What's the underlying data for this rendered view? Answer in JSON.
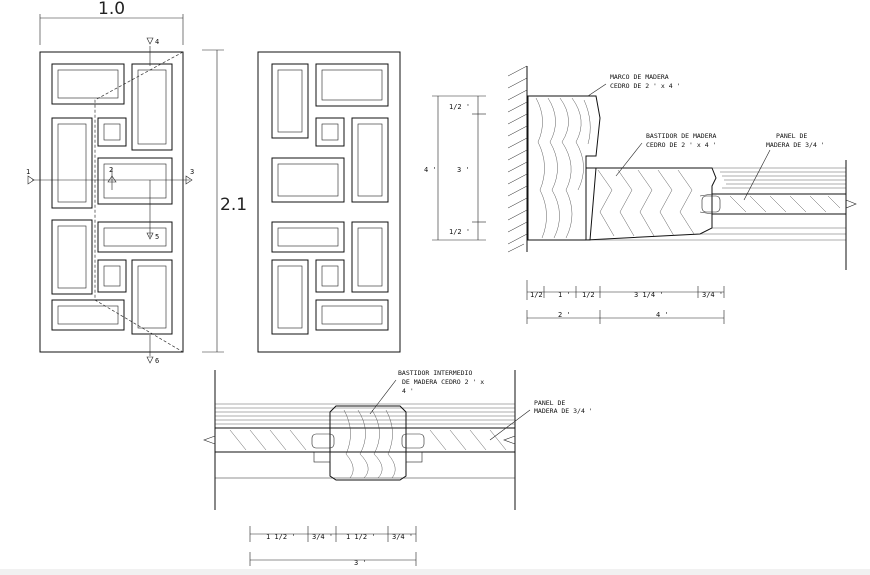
{
  "door_elevation": {
    "width_label": "1.0",
    "height_label": "2.1",
    "section_marks": {
      "top": "4",
      "left": "1",
      "center": "2",
      "right": "3",
      "middle": "5",
      "bottom": "6"
    }
  },
  "frame_section": {
    "marco_label_line1": "MARCO DE MADERA",
    "marco_label_line2": "CEDRO DE 2 ' x 4 '",
    "bastidor_label_line1": "BASTIDOR DE MADERA",
    "bastidor_label_line2": "CEDRO DE 2 ' x 4 '",
    "panel_label_line1": "PANEL DE",
    "panel_label_line2": "MADERA DE 3/4 '",
    "vertical_dims": {
      "total": "4 '",
      "top": "1/2 '",
      "middle": "3 '",
      "bottom": "1/2 '"
    },
    "horizontal_dims_row1": [
      "1/2",
      "1 '",
      "1/2",
      "3 1/4 '",
      "3/4 '"
    ],
    "horizontal_dims_row2": [
      "2 '",
      "4 '"
    ]
  },
  "mullion_section": {
    "bastidor_label_line1": "BASTIDOR INTERMEDIO",
    "bastidor_label_line2": "DE MADERA CEDRO   2 ' x",
    "bastidor_label_line3": "4 '",
    "panel_label_line1": "PANEL DE",
    "panel_label_line2": "MADERA DE 3/4 '",
    "horizontal_dims_row1": [
      "1 1/2 '",
      "3/4 '",
      "1 1/2 '",
      "3/4 '"
    ],
    "horizontal_dims_row2": [
      "3 '"
    ]
  }
}
